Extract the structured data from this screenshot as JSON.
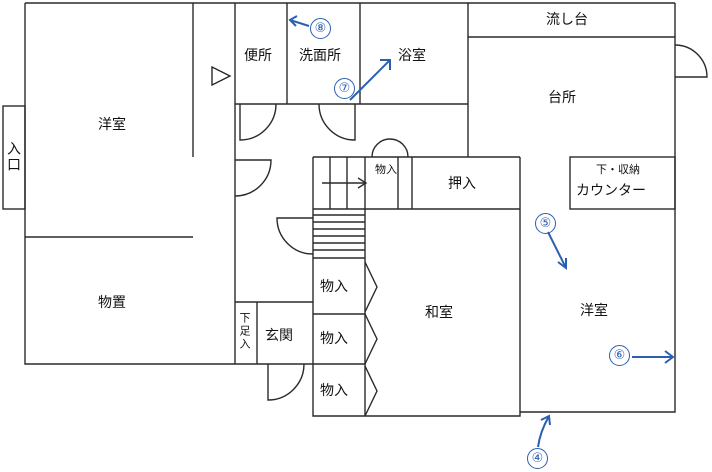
{
  "rooms": {
    "entrance_side": "入口",
    "western_room_1": "洋室",
    "storage": "物置",
    "toilet": "便所",
    "washroom": "洗面所",
    "bathroom": "浴室",
    "sink": "流し台",
    "kitchen": "台所",
    "counter_top": "下・収納",
    "counter": "カウンター",
    "closet_stair": "物入",
    "oshiire": "押入",
    "closet_1": "物入",
    "closet_2": "物入",
    "closet_3": "物入",
    "japanese_room": "和室",
    "western_room_2": "洋室",
    "shoe_box": "下足入",
    "genkan": "玄関"
  },
  "markers": {
    "m4": "④",
    "m5": "⑤",
    "m6": "⑥",
    "m7": "⑦",
    "m8": "⑧"
  },
  "colors": {
    "line": "#2a2a2a",
    "annotation": "#2b5fb0",
    "background": "#ffffff"
  }
}
